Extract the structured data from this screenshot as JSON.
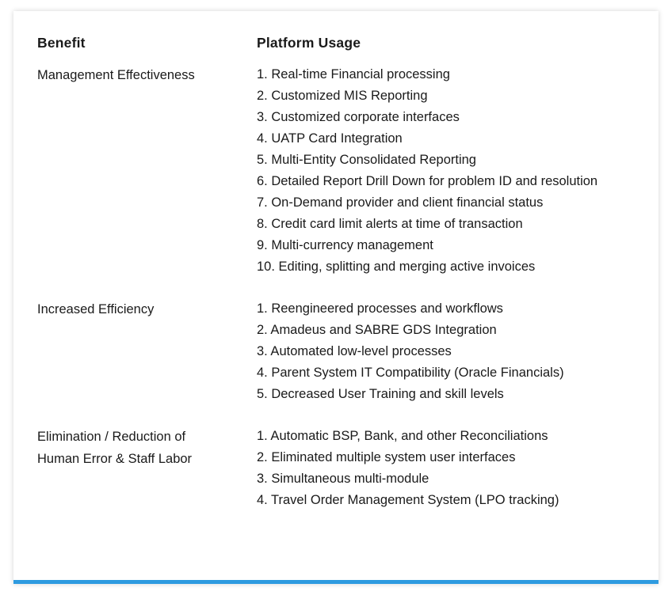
{
  "header": {
    "benefit": "Benefit",
    "usage": "Platform Usage"
  },
  "rows": [
    {
      "benefit": "Management Effectiveness",
      "items": [
        "1. Real-time Financial processing",
        "2. Customized MIS Reporting",
        "3. Customized corporate interfaces",
        "4. UATP Card Integration",
        "5. Multi-Entity Consolidated Reporting",
        "6. Detailed Report Drill Down for problem ID and resolution",
        "7. On-Demand provider and client financial status",
        "8. Credit card limit alerts at time of transaction",
        "9. Multi-currency management",
        "10. Editing, splitting and merging active invoices"
      ]
    },
    {
      "benefit": "Increased Efficiency",
      "items": [
        "1. Reengineered processes and workflows",
        "2. Amadeus and SABRE GDS Integration",
        "3. Automated low-level processes",
        "4. Parent System IT Compatibility (Oracle Financials)",
        "5. Decreased User Training and skill levels"
      ]
    },
    {
      "benefit": "Elimination / Reduction of Human Error & Staff Labor",
      "items": [
        "1. Automatic BSP, Bank, and other Reconciliations",
        "2. Eliminated multiple system user interfaces",
        "3. Simultaneous multi-module",
        "4. Travel Order Management System (LPO tracking)"
      ]
    }
  ],
  "colors": {
    "accent": "#2e9be0",
    "text": "#1a1a1a"
  }
}
